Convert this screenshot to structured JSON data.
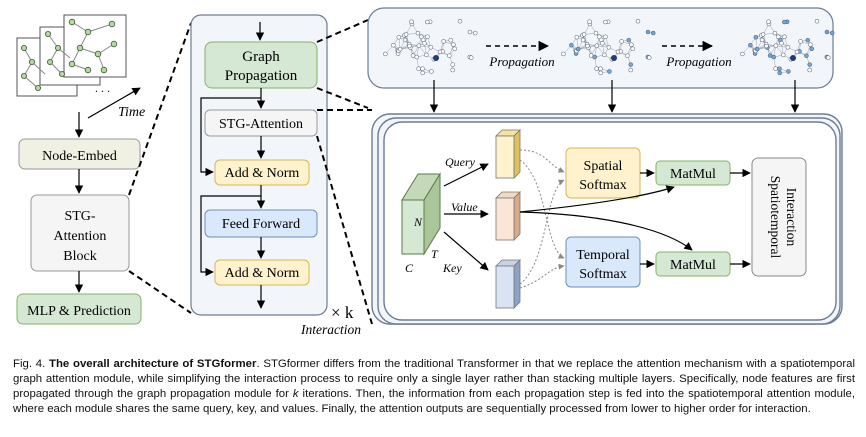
{
  "diagram": {
    "time_label": "Time",
    "node_embed": "Node-Embed",
    "stg_block": [
      "STG-",
      "Attention",
      "Block"
    ],
    "mlp": "MLP & Prediction",
    "graph_propagation": [
      "Graph",
      "Propagation"
    ],
    "stg_attention": "STG-Attention",
    "add_norm_1": "Add & Norm",
    "feed_forward": "Feed Forward",
    "add_norm_2": "Add & Norm",
    "propagation_1": "Propagation",
    "propagation_2": "Propagation",
    "query": "Query",
    "value": "Value",
    "key": "Key",
    "tensor_n": "N",
    "tensor_c": "C",
    "tensor_t": "T",
    "spatial_softmax": [
      "Spatial",
      "Softmax"
    ],
    "temporal_softmax": [
      "Temporal",
      "Softmax"
    ],
    "matmul_1": "MatMul",
    "matmul_2": "MatMul",
    "spatiotemporal": [
      "Spatiotemporal",
      "Interaction"
    ],
    "times_k": "× k",
    "interaction": "Interaction"
  },
  "colors": {
    "green": "#d5e8d4",
    "yellow": "#fff2cc",
    "blue": "#dae8fc",
    "gray": "#f5f5f5",
    "beige": "#f1f1e3",
    "panel_bg": "#f2f5fa"
  },
  "caption": {
    "label": "Fig. 4.",
    "title": "The overall architecture of STGformer",
    "text1": ". STGformer differs from the traditional Transformer in that we replace the attention mechanism with a spatiotemporal graph attention module, while simplifying the interaction process to require only a single layer rather than stacking multiple layers. Specifically, node features are first propagated through the graph propagation module for ",
    "k": "k",
    "text2": " iterations. Then, the information from each propagation step is fed into the spatiotemporal attention module, where each module shares the same query, key, and values. Finally, the attention outputs are sequentially processed from lower to higher order for interaction."
  }
}
